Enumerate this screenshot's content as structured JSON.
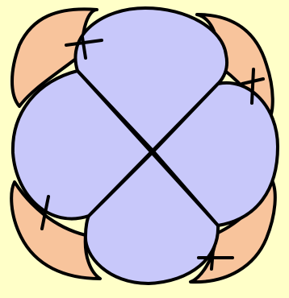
{
  "colors": {
    "background": "#FFFFC8",
    "front_cells": "#C8C8FA",
    "back_cells": "#F8C49C",
    "outline": "#000000"
  },
  "figure": {
    "front_cells": [
      "top",
      "right",
      "bottom",
      "left"
    ],
    "back_cells": [
      "top-left",
      "top-right",
      "bottom-right",
      "bottom-left"
    ],
    "front_cell_divisions": 2,
    "tick_marks": 4
  }
}
